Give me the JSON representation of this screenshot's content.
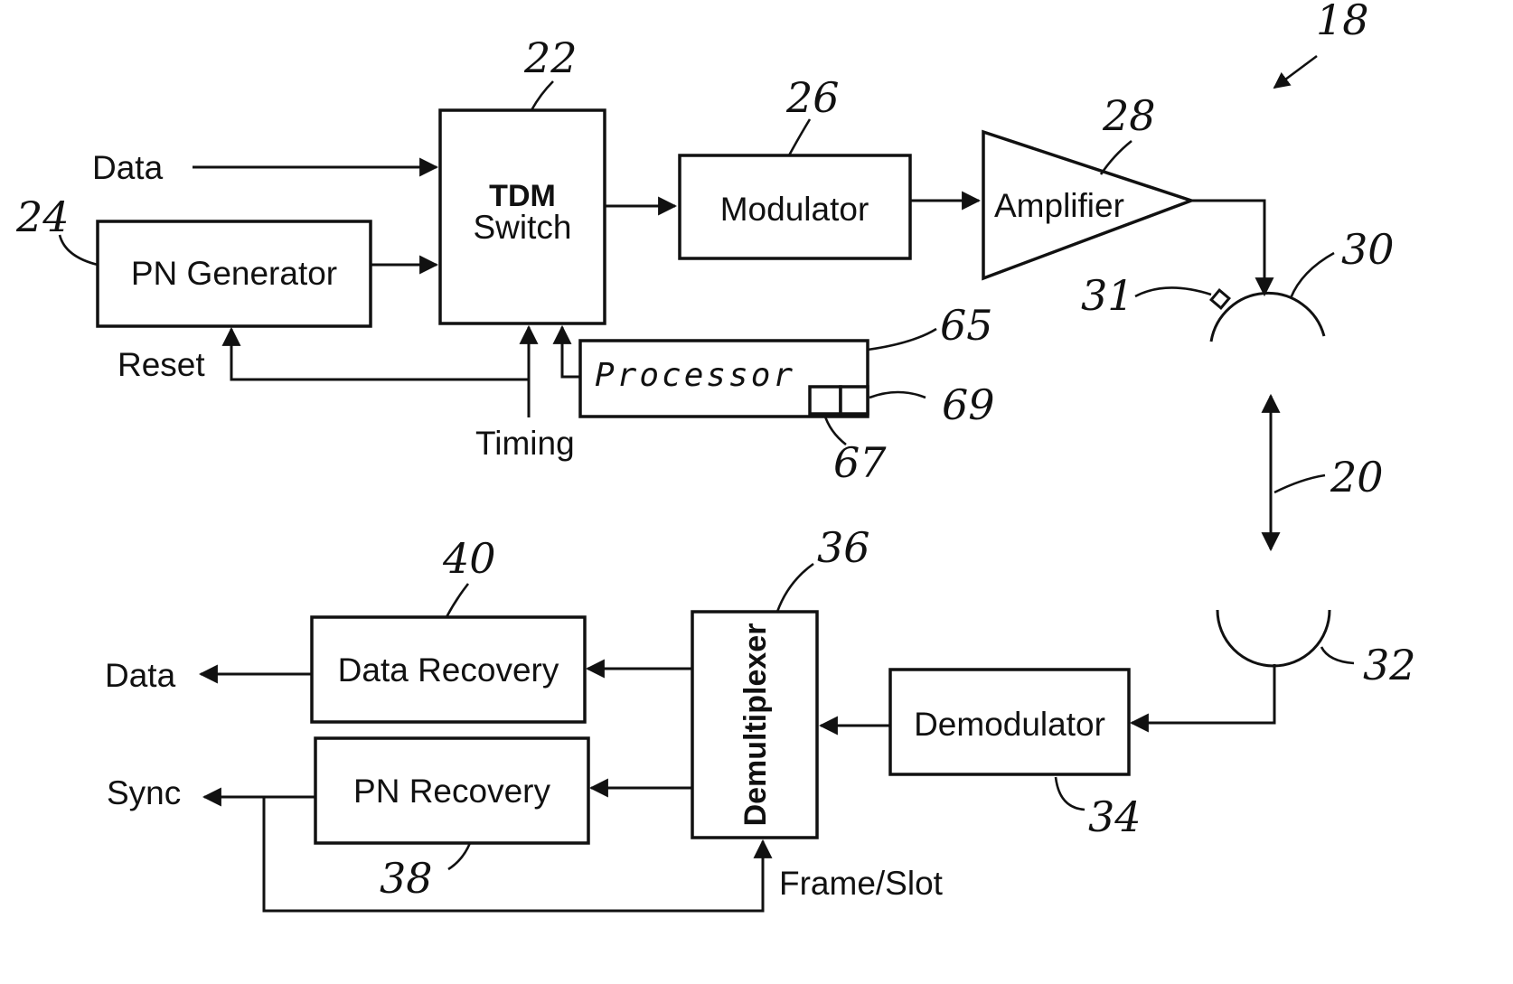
{
  "blocks": {
    "tdm_switch": [
      "TDM",
      "Switch"
    ],
    "pn_generator": "PN Generator",
    "modulator": "Modulator",
    "amplifier": "Amplifier",
    "processor": "Processor",
    "data_recovery": "Data Recovery",
    "pn_recovery": "PN Recovery",
    "demultiplexer": "Demultiplexer",
    "demodulator": "Demodulator"
  },
  "signals": {
    "data_in": "Data",
    "reset": "Reset",
    "timing": "Timing",
    "data_out": "Data",
    "sync": "Sync",
    "frame_slot": "Frame/Slot"
  },
  "refs": {
    "system": "18",
    "channel": "20",
    "tdm_switch": "22",
    "pn_generator": "24",
    "modulator": "26",
    "amplifier": "28",
    "tx_antenna": "30",
    "antenna_element": "31",
    "rx_antenna": "32",
    "demodulator": "34",
    "demultiplexer": "36",
    "pn_recovery": "38",
    "data_recovery": "40",
    "processor": "65",
    "memory_a": "67",
    "memory_b": "69"
  }
}
